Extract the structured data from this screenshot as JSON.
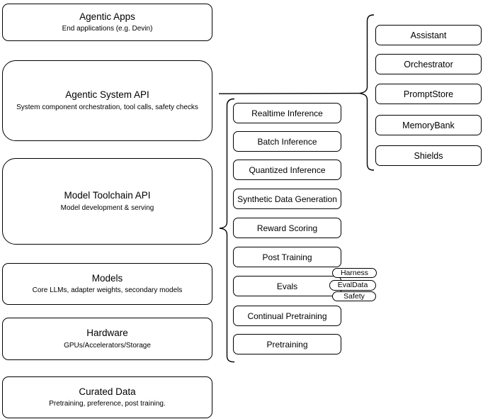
{
  "diagram": {
    "left_stack": [
      {
        "title": "Agentic Apps",
        "subtitle": "End applications (e.g. Devin)"
      },
      {
        "title": "Agentic System API",
        "subtitle": "System component orchestration, tool calls, safety checks"
      },
      {
        "title": "Model Toolchain API",
        "subtitle": "Model development & serving"
      },
      {
        "title": "Models",
        "subtitle": "Core LLMs, adapter weights, secondary models"
      },
      {
        "title": "Hardware",
        "subtitle": "GPUs/Accelerators/Storage"
      },
      {
        "title": "Curated Data",
        "subtitle": "Pretraining, preference, post training."
      }
    ],
    "toolchain_services": [
      "Realtime Inference",
      "Batch Inference",
      "Quantized Inference",
      "Synthetic Data Generation",
      "Reward Scoring",
      "Post Training",
      "Evals",
      "Continual Pretraining",
      "Pretraining"
    ],
    "eval_tags": [
      "Harness",
      "EvalData",
      "Safety"
    ],
    "system_components": [
      "Assistant",
      "Orchestrator",
      "PromptStore",
      "MemoryBank",
      "Shields"
    ],
    "colors": {
      "stroke": "#000000",
      "background": "#ffffff",
      "box_fill": "#ffffff"
    }
  }
}
